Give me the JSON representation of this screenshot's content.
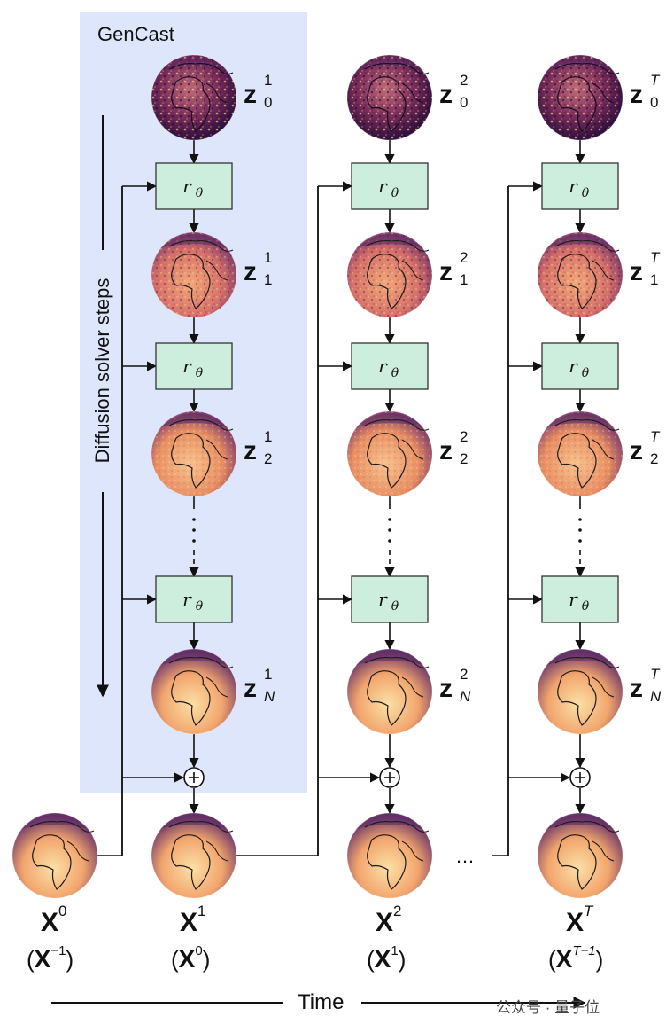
{
  "title": "GenCast",
  "side_label": "Diffusion solver steps",
  "time_label": "Time",
  "denoiser": {
    "base": "r",
    "sub": "θ"
  },
  "ellipsis": "…",
  "columns": [
    {
      "z_sup": "1",
      "x_base": "X",
      "x_sup": "1",
      "prev_base": "X",
      "prev_sup": "0",
      "sup_italic": false
    },
    {
      "z_sup": "2",
      "x_base": "X",
      "x_sup": "2",
      "prev_base": "X",
      "prev_sup": "1",
      "sup_italic": false
    },
    {
      "z_sup": "T",
      "x_base": "X",
      "x_sup": "T",
      "prev_base": "X",
      "prev_sup": "T−1",
      "sup_italic": true
    }
  ],
  "z_subs": [
    "0",
    "1",
    "2",
    "N"
  ],
  "initial": {
    "x_base": "X",
    "x_sup": "0",
    "prev_base": "X",
    "prev_sup": "−1"
  },
  "watermark": "公众号 · 量子位",
  "colors": {
    "panel": "#dde6fb",
    "box_fill": "#cdeedd",
    "box_stroke": "#333333",
    "line": "#111111",
    "noise_dark": "#3a1448",
    "noise_mid": "#9c3f6c",
    "earth_light": "#f8cf8e",
    "earth_mid": "#ea8a5a",
    "earth_dark": "#5a2a66"
  }
}
